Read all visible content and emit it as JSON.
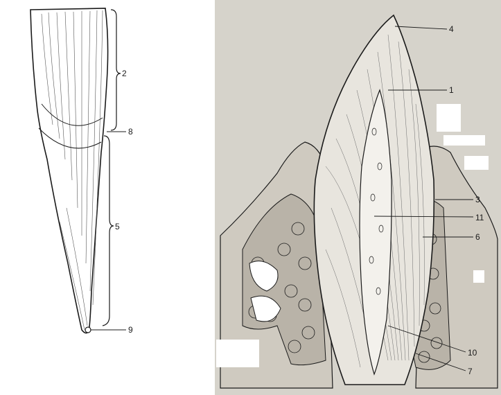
{
  "figure": {
    "left_labels": {
      "crown_range": "2",
      "cej": "8",
      "root_range": "5",
      "apex": "9"
    },
    "right_labels": {
      "enamel_tip": "4",
      "dentin": "1",
      "gingiva": "3",
      "pulp": "11",
      "periodontal_ligament": "6",
      "cementum": "10",
      "alveolar_bone": "7"
    },
    "colors": {
      "ink": "#1a1a1a",
      "paper": "#ffffff",
      "page_scan": "#d6d3cb",
      "tissue": "#cfcac0",
      "bone": "#b9b3a8"
    }
  }
}
